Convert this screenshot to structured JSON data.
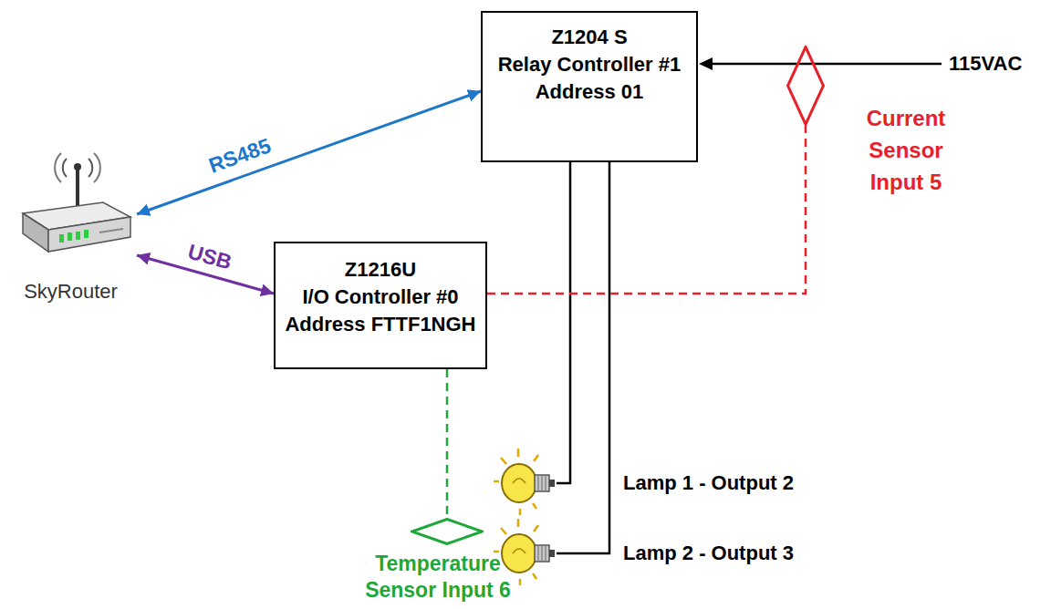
{
  "diagram": {
    "nodes": [
      {
        "text": [
          "Z1204 S",
          "Relay Controller #1",
          "Address 01"
        ]
      },
      {
        "text": [
          "SkyRouter"
        ]
      },
      {
        "text": [
          "Z1216U",
          "I/O Controller #0",
          "Address FTTF1NGH"
        ]
      },
      {
        "text": [
          "Current Sensor Input 5"
        ]
      },
      {
        "text": [
          "Temperature Sensor Input 6"
        ]
      },
      {
        "text": [
          "Lamp 1 - Output 2"
        ]
      },
      {
        "text": [
          "Lamp 2 - Output 3"
        ]
      }
    ],
    "edges": [
      {
        "from": 1,
        "to": 0,
        "arrow": "both",
        "label": "RS485"
      },
      {
        "from": 1,
        "to": 2,
        "arrow": "both",
        "label": "USB"
      },
      {
        "from": 0,
        "to": 5,
        "arrow": "none"
      },
      {
        "from": 0,
        "to": 6,
        "arrow": "none"
      },
      {
        "from": 2,
        "to": 3,
        "arrow": "none"
      },
      {
        "from": 2,
        "to": 4,
        "arrow": "none"
      }
    ],
    "labels": [
      "115VAC"
    ]
  }
}
